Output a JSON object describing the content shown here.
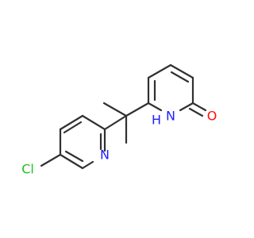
{
  "molecule": {
    "atoms": {
      "cl": "Cl",
      "n_pyridine": "N",
      "nh_n": "N",
      "nh_h": "H",
      "o": "O"
    },
    "colors": {
      "bond": "#303030",
      "carbon": "#303030",
      "nitrogen": "#2020ff",
      "oxygen": "#ff0d0d",
      "chlorine": "#1fbf1f",
      "background": "#ffffff"
    }
  }
}
